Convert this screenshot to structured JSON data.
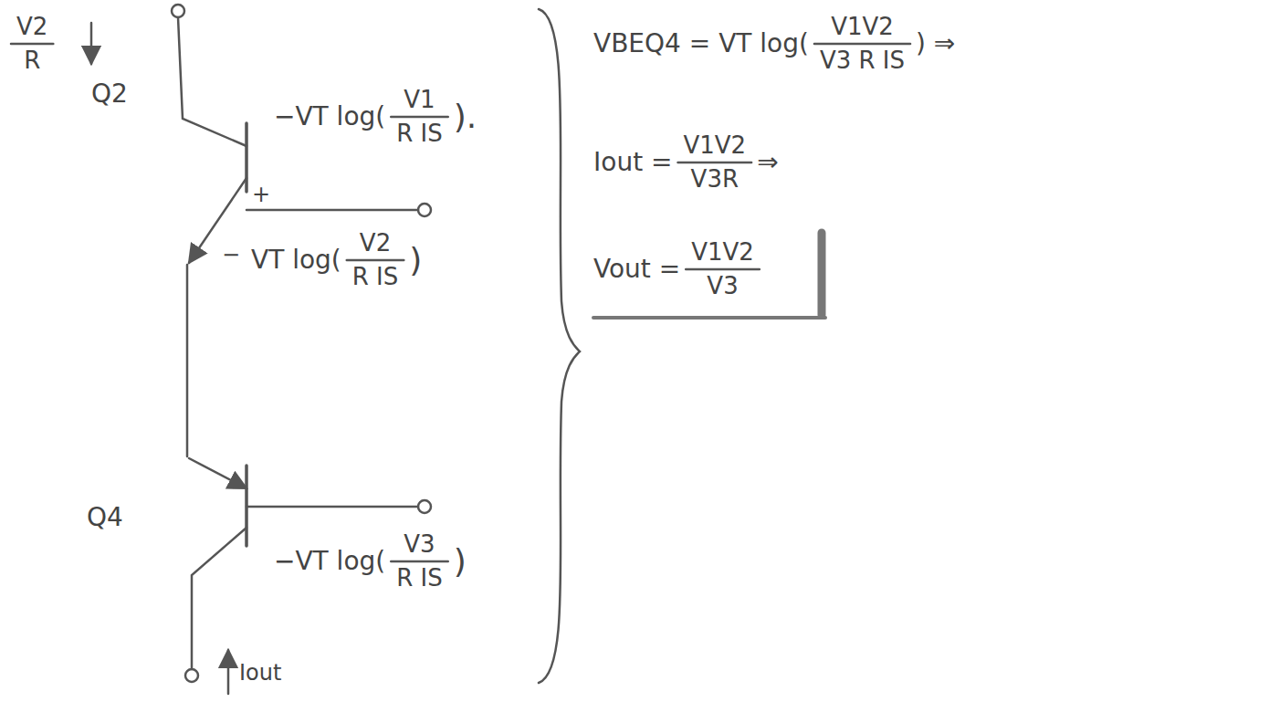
{
  "diagram": {
    "labels": [
      "V2",
      "R",
      "Q2",
      "−VT log(",
      "V1",
      "R IS",
      ").",
      "+",
      "−",
      "VT log(",
      "V2",
      "R IS",
      ")",
      "Q4",
      "−VT log(",
      "V3",
      "R IS",
      ")",
      "Iout",
      "VBEQ4 = VT log(",
      "V1V2",
      "V3 R IS",
      ") ⇒",
      "Iout =",
      "V1V2",
      "V3R",
      "⇒",
      "Vout =",
      "V1V2",
      "V3"
    ]
  }
}
